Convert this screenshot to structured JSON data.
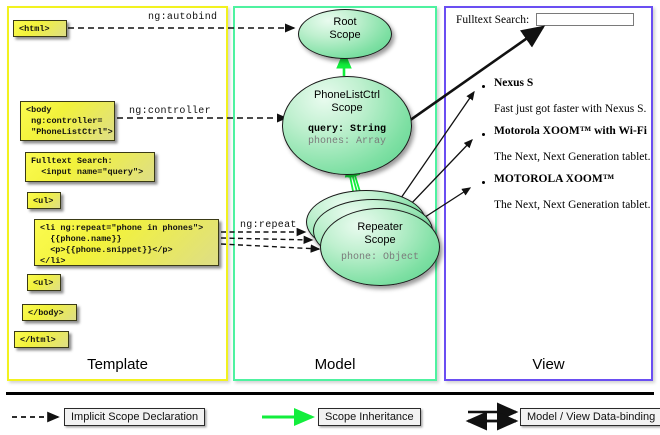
{
  "columns": [
    {
      "label": "Template",
      "border_color": "#f2f21f"
    },
    {
      "label": "Model",
      "border_color": "#4ef2a0"
    },
    {
      "label": "View",
      "border_color": "#6a4ef2"
    }
  ],
  "template": {
    "boxes": [
      {
        "name": "html-open-box",
        "text": "<html>"
      },
      {
        "name": "body-box",
        "text": "<body\n ng:controller=\n \"PhoneListCtrl\">"
      },
      {
        "name": "search-box",
        "text": "Fulltext Search:\n  <input name=\"query\">"
      },
      {
        "name": "ul-open-box",
        "text": "<ul>"
      },
      {
        "name": "li-repeat-box",
        "text": "<li ng:repeat=\"phone in phones\">\n  {{phone.name}}\n  <p>{{phone.snippet}}</p>\n</li>"
      },
      {
        "name": "ul-close-box",
        "text": "<ul>"
      },
      {
        "name": "body-close-box",
        "text": "</body>"
      },
      {
        "name": "html-close-box",
        "text": "</html>"
      }
    ]
  },
  "connectors": [
    {
      "name": "ng-autobind-label",
      "text": "ng:autobind"
    },
    {
      "name": "ng-controller-label",
      "text": "ng:controller"
    },
    {
      "name": "ng-repeat-label",
      "text": "ng:repeat"
    }
  ],
  "model": {
    "scopes": [
      {
        "name": "root-scope",
        "title_line1": "Root",
        "title_line2": "Scope",
        "props": []
      },
      {
        "name": "phonelistctrl-scope",
        "title_line1": "PhoneListCtrl",
        "title_line2": "Scope",
        "props": [
          {
            "text": "query: String",
            "style": "bold"
          },
          {
            "text": "phones: Array",
            "style": "gray"
          }
        ]
      },
      {
        "name": "repeater-scope",
        "title_line1": "Repeater",
        "title_line2": "Scope",
        "props": [
          {
            "text": "phone: Object",
            "style": "gray"
          }
        ]
      }
    ]
  },
  "view": {
    "search_label": "Fulltext Search:",
    "search_value": "",
    "search_placeholder": "",
    "items": [
      {
        "name": "Nexus S",
        "snippet": "Fast just got faster with Nexus S."
      },
      {
        "name": "Motorola XOOM™  with Wi-Fi",
        "snippet": "The Next, Next Generation tablet."
      },
      {
        "name": "MOTOROLA XOOM™",
        "snippet": "The Next, Next Generation tablet."
      }
    ]
  },
  "legend": [
    {
      "name": "legend-implicit-scope",
      "label": "Implicit Scope Declaration",
      "arrow": "dashed-black"
    },
    {
      "name": "legend-scope-inheritance",
      "label": "Scope Inheritance",
      "arrow": "solid-green"
    },
    {
      "name": "legend-data-binding",
      "label": "Model / View Data-binding",
      "arrow": "double-black"
    }
  ],
  "colors": {
    "template_border": "#f2f21f",
    "model_border": "#4ef2a0",
    "view_border": "#6a4ef2",
    "scope_fill": "#7fe0a4",
    "box_fill": "#f2f23b",
    "inheritance_arrow": "#12ee3c"
  }
}
